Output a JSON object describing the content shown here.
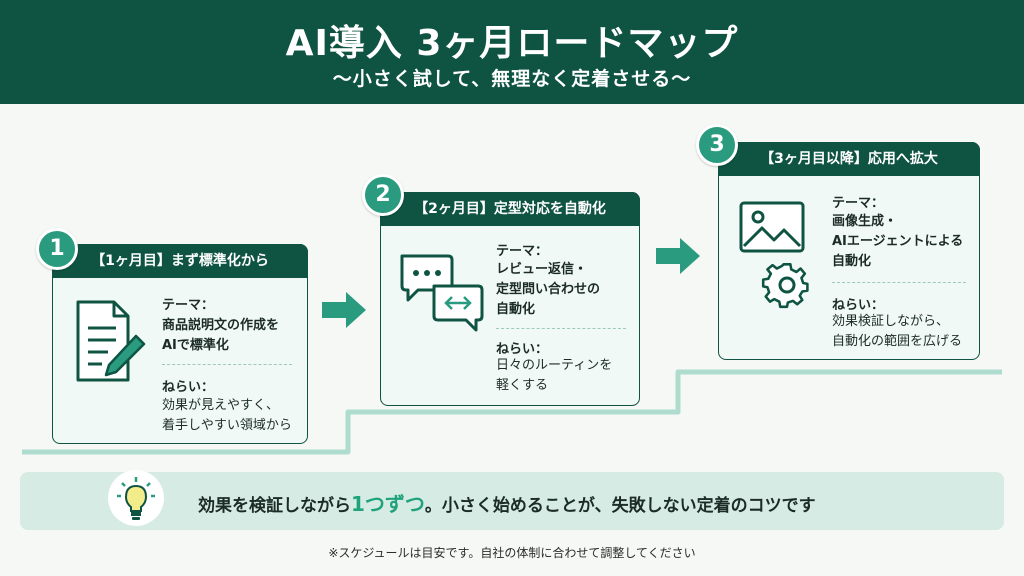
{
  "header": {
    "title": "AI導入 3ヶ月ロードマップ",
    "subtitle": "〜小さく試して、無理なく定着させる〜"
  },
  "colors": {
    "header_bg": "#0f5443",
    "accent": "#2a9b7f",
    "card_bg": "#f0f9f6",
    "stair_line": "#aedcce",
    "banner_bg": "#d5ebe3",
    "highlight": "#20a37d"
  },
  "steps": [
    {
      "number": "1",
      "heading": "【1ヶ月目】まず標準化から",
      "icon": "document-pen-icon",
      "theme_label": "テーマ：",
      "theme": "商品説明文の作成を\nAIで標準化",
      "goal_label": "ねらい：",
      "goal": "効果が見えやすく、\n着手しやすい領域から"
    },
    {
      "number": "2",
      "heading": "【2ヶ月目】定型対応を自動化",
      "icon": "chat-bubbles-icon",
      "theme_label": "テーマ：",
      "theme": "レビュー返信・\n定型問い合わせの\n自動化",
      "goal_label": "ねらい：",
      "goal": "日々のルーティンを\n軽くする"
    },
    {
      "number": "3",
      "heading": "【3ヶ月目以降】応用へ拡大",
      "icon": "image-gear-icon",
      "theme_label": "テーマ：",
      "theme": "画像生成・\nAIエージェントによる\n自動化",
      "goal_label": "ねらい：",
      "goal": "効果検証しながら、\n自動化の範囲を広げる"
    }
  ],
  "banner": {
    "icon": "lightbulb-icon",
    "text_before": "効果を検証しながら",
    "highlight": "1つずつ",
    "text_after": "。小さく始めることが、失敗しない定着のコツです"
  },
  "footnote": "※スケジュールは目安です。自社の体制に合わせて調整してください"
}
